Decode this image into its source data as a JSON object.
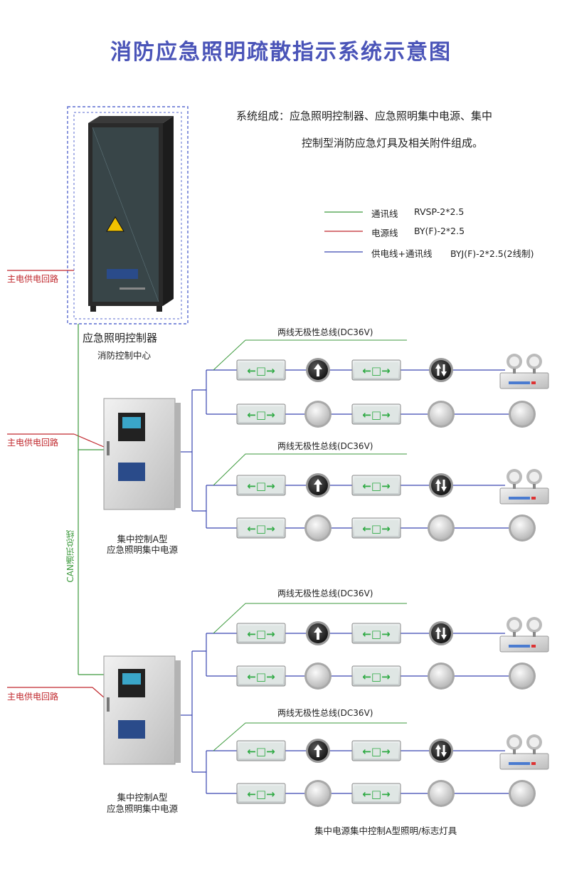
{
  "title": "消防应急照明疏散指示系统示意图",
  "system_desc": {
    "line1": "系统组成：应急照明控制器、应急照明集中电源、集中",
    "line2": "控制型消防应急灯具及相关附件组成。"
  },
  "legend": [
    {
      "name": "通讯线",
      "spec": "RVSP-2*2.5",
      "color": "#3d9a3d"
    },
    {
      "name": "电源线",
      "spec": "BY(F)-2*2.5",
      "color": "#c0282d"
    },
    {
      "name": "供电线+通讯线",
      "spec": "BYJ(F)-2*2.5(2线制)",
      "color": "#3a46b0"
    }
  ],
  "controller": {
    "title": "应急照明控制器",
    "subtitle": "消防控制中心"
  },
  "main_power_label": "主电供电回路",
  "can_bus_label": "CAN通讯总线",
  "bus_label": "两线无极性总线(DC36V)",
  "power_unit": {
    "line1": "集中控制A型",
    "line2": "应急照明集中电源"
  },
  "footer_label": "集中电源集中控制A型照明/标志灯具",
  "colors": {
    "title": "#4a54b8",
    "green": "#3d9a3d",
    "red": "#c0282d",
    "blue": "#3a46b0"
  }
}
